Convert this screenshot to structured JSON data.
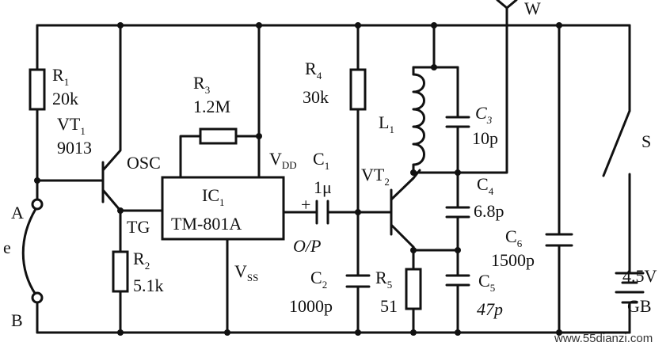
{
  "labels": {
    "r1": "R",
    "r1_sub": "1",
    "r1_val": "20k",
    "vt1": "VT",
    "vt1_sub": "1",
    "vt1_part": "9013",
    "r3": "R",
    "r3_sub": "3",
    "r3_val": "1.2M",
    "osc": "OSC",
    "vdd": "V",
    "vdd_sub": "DD",
    "c1": "C",
    "c1_sub": "1",
    "c1_val": "1μ",
    "r4": "R",
    "r4_sub": "4",
    "r4_val": "30k",
    "w": "W",
    "l1": "L",
    "l1_sub": "1",
    "c3": "C",
    "c3_sub": "3",
    "c3_val": "10p",
    "s": "S",
    "vt2": "VT",
    "vt2_sub": "2",
    "ic1": "IC",
    "ic1_sub": "1",
    "ic1_part": "TM-801A",
    "a": "A",
    "e": "e",
    "b": "B",
    "tg": "TG",
    "r2": "R",
    "r2_sub": "2",
    "r2_val": "5.1k",
    "op": "O/P",
    "vss": "V",
    "vss_sub": "SS",
    "c2": "C",
    "c2_sub": "2",
    "c2_val": "1000p",
    "r5": "R",
    "r5_sub": "5",
    "r5_val": "51",
    "c4": "C",
    "c4_sub": "4",
    "c4_val": "6.8p",
    "c5": "C",
    "c5_sub": "5",
    "c5_val": "47p",
    "c6": "C",
    "c6_sub": "6",
    "c6_val": "1500p",
    "bat_val": "4.5V",
    "bat_name": "GB",
    "plus": "+",
    "watermark": "www.55dianzi.com"
  }
}
